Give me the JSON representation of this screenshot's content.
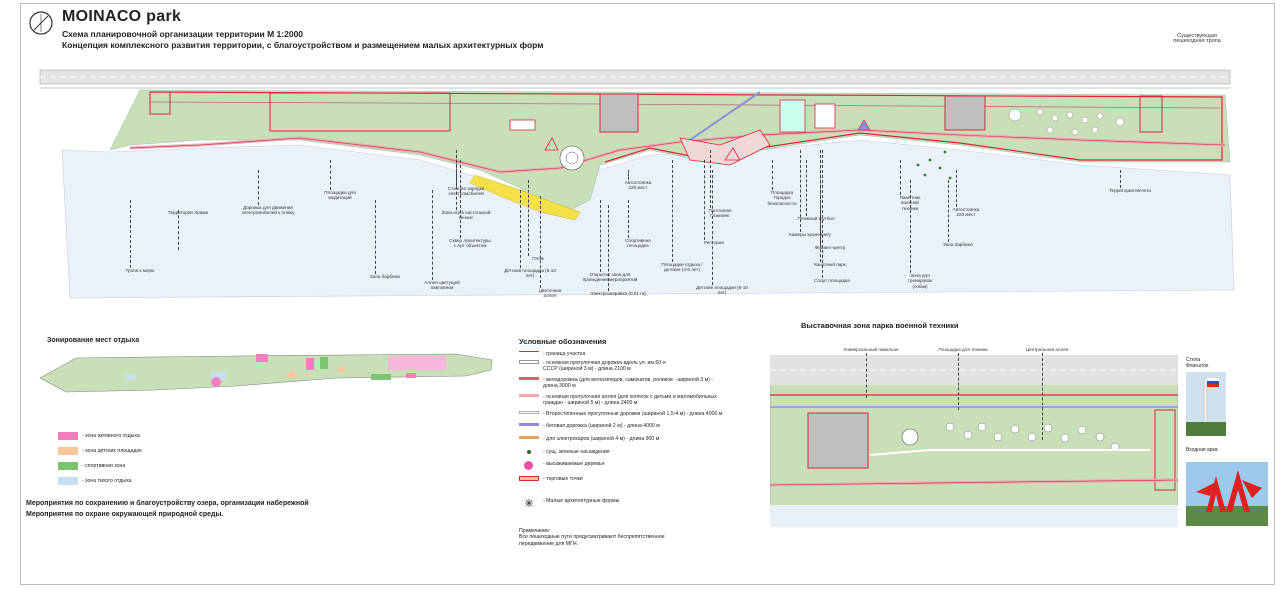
{
  "header": {
    "title": "MOINACO park",
    "subtitle_line1": "Схема планировочной организации  территории М 1:2000",
    "subtitle_line2": "Концепция комплексного развития территории, с благоустройством и размещением малых архитектурных форм"
  },
  "top_right_label": "Существующая\nпешеходная тропа",
  "map_labels": [
    "Территория Храма",
    "Дорожка для движения\nэлектромобилей к пляжу",
    "Площадка для\nмедитаций",
    "Станция зарядки\nэлектромобилей",
    "Зона игр в настольный\nтеннис",
    "Сквер Архитектуры\nс Арт объектом",
    "Пляж",
    "Детская площадка (6-10\nлет)",
    "Цветочная\nаллея",
    "Автостоянка\n220 мест",
    "Спортивная\nплощадка",
    "Открытая зона для\nпроведения мероприятий",
    "Электрозаправка (0,01 га)",
    "Площадки отдыха /\nдетские (4-6 лет)",
    "Ресторан",
    "Площадка\nГородок\nбезопасности",
    "Пляжный футбол",
    "Камеры хранения/у",
    "Фишинг-центр",
    "Канатный парк",
    "Спорт площадка",
    "Памятник\nвоенной\nтехнике",
    "Автостоянка\n220 мест",
    "Зона барбекю",
    "Зона для\nтренировок\n(собак)",
    "Территория Мечети",
    "Тропа к морю",
    "Зона барбекю",
    "Аллея цветущей\nпавловнии",
    "Детские площадки (6-10\nлет)",
    "Понтонная\nГлэмпинг"
  ],
  "zoning": {
    "title": "Зонирование мест отдыха",
    "items": [
      {
        "label": "- зона активного отдыха",
        "color": "#f47fbf"
      },
      {
        "label": "- зона детских площадок",
        "color": "#f9c6a0"
      },
      {
        "label": "- спортивная зона",
        "color": "#7cc46e"
      },
      {
        "label": "- зона тихого отдыха",
        "color": "#c9ddf3"
      }
    ]
  },
  "measures": {
    "line1": "Мероприятия по сохранению и благоустройству озера, организации набережной",
    "line2": "Мероприятия по охране окружающей природной среды."
  },
  "legend": {
    "title": "Условные обозначения",
    "items": [
      {
        "symbol": "boundary",
        "label": "- граница участка"
      },
      {
        "symbol": "main-path",
        "label": "- основная прогулочная дорожка вдоль ул. им.60-я\nСССР (шириной 3 м) - длина 2100 м"
      },
      {
        "symbol": "bike",
        "label": "- велодорожка (для велосипедов, самокатов,  роликов - шириной 3 м) -\nдлина 3000 м"
      },
      {
        "symbol": "alley",
        "label": "- основная прогулочная аллея (для колясок с детьми и маломобильных\nграждан - шириной 5 м) - длина 2400 м"
      },
      {
        "symbol": "secondary",
        "label": "- Второстепенные прогулочные дорожки (шириной 1,5-4 м) - длина 4000 м"
      },
      {
        "symbol": "run",
        "label": "- беговая дорожка (шириной 2 м) - длина 4000 м"
      },
      {
        "symbol": "ecar",
        "label": "- для электрокаров (шириной 4 м) - длина 900 м"
      },
      {
        "symbol": "green-dot",
        "label": "- сущ. зеленые насаждения"
      },
      {
        "symbol": "pink-circle",
        "label": "- высаживаемые деревья"
      },
      {
        "symbol": "kiosk",
        "label": "- торговые точки"
      },
      {
        "symbol": "maf",
        "label": "- Малые архитектурные формы"
      }
    ],
    "colors": {
      "boundary": "#d9263a",
      "bike": "#e06070",
      "alley": "#f0a9b3",
      "run": "#8f8fd9",
      "ecar": "#e8a060",
      "pink": "#f04fa8"
    }
  },
  "note": {
    "line1": "Примечание:",
    "line2": "Все пешеходные пути предусматривают беспрепятственное",
    "line3": "передвижение для МГН."
  },
  "exhibit": {
    "title": "Выставочная зона парка военной техники",
    "labels": [
      "Универсальный павильон",
      "Площадка для техники",
      "Центральная аллея"
    ],
    "photo1": "Стела\nФлагшток",
    "photo2": "Входная арка"
  },
  "colors": {
    "grass": "#c9dfb8",
    "grass_dark": "#b4cf9f",
    "water": "#e9f1f8",
    "road": "#d8d8d8",
    "boundary": "#d9263a",
    "pink_path": "#e8aab4"
  }
}
